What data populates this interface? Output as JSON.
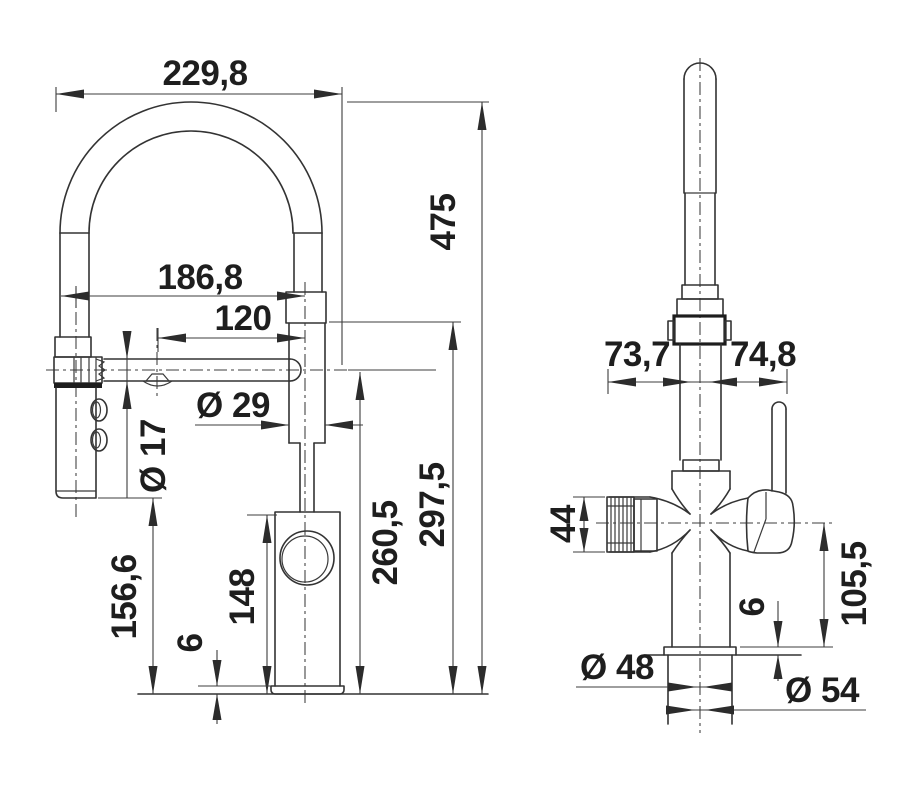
{
  "drawing": {
    "type": "technical-dimension-drawing",
    "subject": "kitchen mixer faucet with pull-out spray, front and side views",
    "units": "mm",
    "colors": {
      "background": "#ffffff",
      "object_line": "#333333",
      "dimension_line": "#3c3c3c",
      "text": "#1e1e1e"
    },
    "front_view": {
      "dims": {
        "total_width": "229,8",
        "total_height": "475",
        "spout_reach": "186,8",
        "spout_length": "120",
        "spout_tube_diameter": "Ø 17",
        "column_diameter": "Ø 29",
        "height_hose_holder": "297,5",
        "height_spout_axis": "260,5",
        "height_spray_head": "156,6",
        "height_body": "148",
        "base_plate_thickness": "6"
      }
    },
    "side_view": {
      "dims": {
        "offset_left": "73,7",
        "offset_right": "74,8",
        "knob_height": "44",
        "handle_axis_height": "105,5",
        "flange_thickness": "6",
        "body_diameter": "Ø 48",
        "flange_diameter": "Ø 54"
      }
    }
  }
}
